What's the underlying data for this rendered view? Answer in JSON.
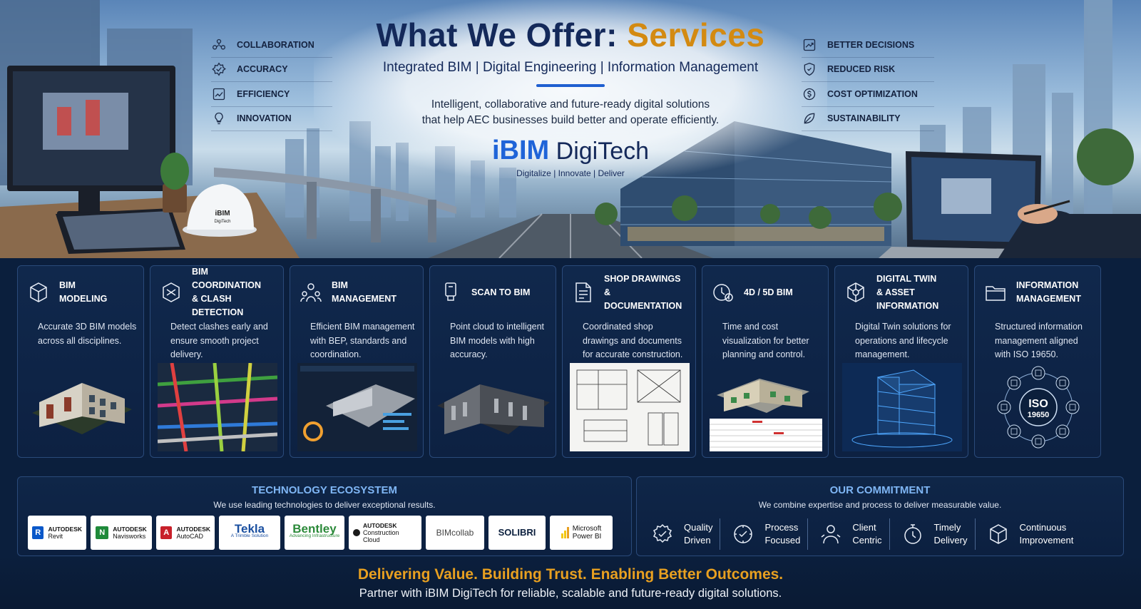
{
  "hero": {
    "title_main": "What We Offer: ",
    "title_accent": "Services",
    "subtitle": "Integrated BIM | Digital Engineering | Information Management",
    "description_line1": "Intelligent, collaborative and future-ready digital solutions",
    "description_line2": "that help AEC businesses build better and operate efficiently.",
    "brand_prefix": "iBIM",
    "brand_suffix": " DigiTech",
    "tagline": "Digitalize | Innovate | Deliver",
    "helmet_text_line1": "iBIM",
    "helmet_text_line2": "DigiTech",
    "left_features": [
      {
        "label": "COLLABORATION",
        "icon": "collaboration-icon"
      },
      {
        "label": "ACCURACY",
        "icon": "accuracy-icon"
      },
      {
        "label": "EFFICIENCY",
        "icon": "efficiency-icon"
      },
      {
        "label": "INNOVATION",
        "icon": "innovation-icon"
      }
    ],
    "right_features": [
      {
        "label": "BETTER DECISIONS",
        "icon": "decisions-icon"
      },
      {
        "label": "REDUCED RISK",
        "icon": "shield-icon"
      },
      {
        "label": "COST OPTIMIZATION",
        "icon": "cost-icon"
      },
      {
        "label": "SUSTAINABILITY",
        "icon": "leaf-icon"
      }
    ]
  },
  "services": [
    {
      "title": "BIM\nMODELING",
      "desc": "Accurate 3D BIM models across all disciplines.",
      "icon": "cube-icon"
    },
    {
      "title": "BIM COORDINATION\n& CLASH DETECTION",
      "desc": "Detect clashes early and ensure smooth project delivery.",
      "icon": "coordination-icon"
    },
    {
      "title": "BIM\nMANAGEMENT",
      "desc": "Efficient BIM management with BEP, standards and coordination.",
      "icon": "team-icon"
    },
    {
      "title": "SCAN TO BIM",
      "desc": "Point cloud to intelligent BIM models with high accuracy.",
      "icon": "scanner-icon"
    },
    {
      "title": "SHOP DRAWINGS\n& DOCUMENTATION",
      "desc": "Coordinated shop drawings and documents for accurate construction.",
      "icon": "document-icon"
    },
    {
      "title": "4D / 5D BIM",
      "desc": "Time and cost visualization for better planning and control.",
      "icon": "clock-cost-icon"
    },
    {
      "title": "DIGITAL TWIN\n& ASSET INFORMATION",
      "desc": "Digital Twin solutions for operations and lifecycle management.",
      "icon": "digital-twin-icon"
    },
    {
      "title": "INFORMATION\nMANAGEMENT",
      "desc": "Structured information management aligned with ISO 19650.",
      "icon": "folder-icon"
    }
  ],
  "iso": {
    "line1": "ISO",
    "line2": "19650"
  },
  "technology": {
    "title": "TECHNOLOGY ECOSYSTEM",
    "subtitle": "We use leading technologies to deliver exceptional results.",
    "logos": [
      {
        "badge": "R",
        "badge_color": "#0a58c9",
        "vendor": "AUTODESK",
        "product": "Revit"
      },
      {
        "badge": "N",
        "badge_color": "#1f8a3a",
        "vendor": "AUTODESK",
        "product": "Navisworks"
      },
      {
        "badge": "A",
        "badge_color": "#c8202a",
        "vendor": "AUTODESK",
        "product": "AutoCAD"
      },
      {
        "name": "Tekla",
        "sub": "A Trimble Solution"
      },
      {
        "name": "Bentley",
        "sub": "Advancing Infrastructure"
      },
      {
        "vendor": "AUTODESK",
        "product": "Construction Cloud"
      },
      {
        "name": "BIMcollab"
      },
      {
        "name": "SOLIBRI"
      },
      {
        "vendor": "Microsoft",
        "product": "Power BI"
      }
    ]
  },
  "commitment": {
    "title": "OUR COMMITMENT",
    "subtitle": "We combine expertise and process to deliver measurable value.",
    "items": [
      {
        "label": "Quality\nDriven",
        "icon": "quality-badge-icon"
      },
      {
        "label": "Process\nFocused",
        "icon": "process-icon"
      },
      {
        "label": "Client\nCentric",
        "icon": "client-icon"
      },
      {
        "label": "Timely\nDelivery",
        "icon": "stopwatch-icon"
      },
      {
        "label": "Continuous\nImprovement",
        "icon": "improvement-icon"
      }
    ]
  },
  "footer": {
    "headline": "Delivering Value. Building Trust. Enabling Better Outcomes.",
    "text": "Partner with iBIM DigiTech for reliable, scalable and future-ready digital solutions."
  },
  "colors": {
    "navy": "#0b1f3d",
    "accent_orange": "#d38a12",
    "brand_blue": "#1f64d8",
    "heading_blue": "#7fb6f5"
  }
}
